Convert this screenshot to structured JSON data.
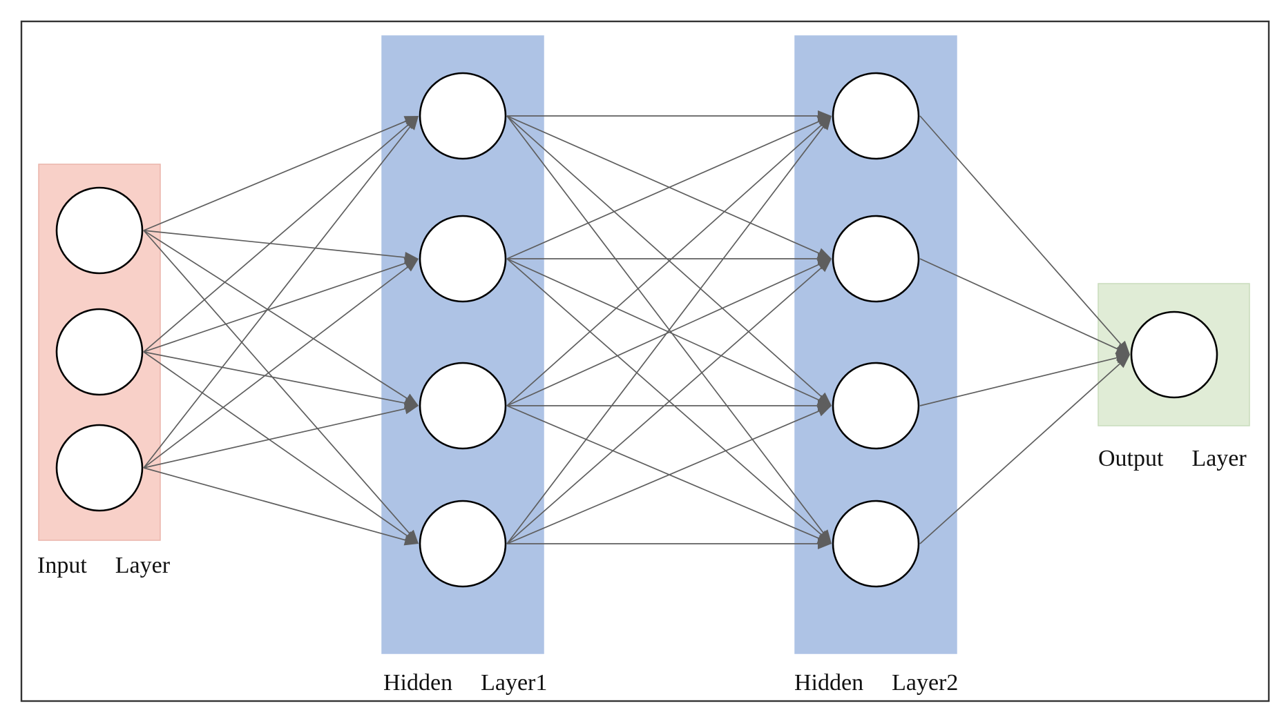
{
  "diagram": {
    "title": "",
    "layers": [
      {
        "id": "input",
        "label": "Input  Layer",
        "node_count": 3,
        "background": "#f8d0c8",
        "border": "#eab4aa"
      },
      {
        "id": "hidden1",
        "label": "Hidden  Layer1",
        "node_count": 4,
        "background": "#aec3e5",
        "border": "#aec3e5"
      },
      {
        "id": "hidden2",
        "label": "Hidden  Layer2",
        "node_count": 4,
        "background": "#aec3e5",
        "border": "#aec3e5"
      },
      {
        "id": "output",
        "label": "Output  Layer",
        "node_count": 1,
        "background": "#e0ecd6",
        "border": "#c9dcbb"
      }
    ],
    "connections": "fully-connected",
    "edge_color": "#5e5e5e",
    "node_fill": "#ffffff",
    "node_stroke": "#000000"
  }
}
